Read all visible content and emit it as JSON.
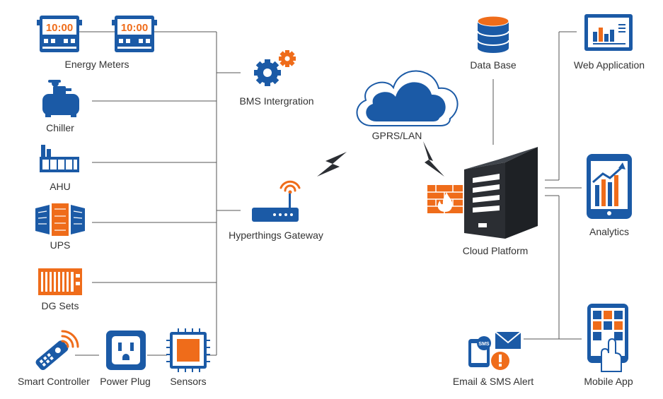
{
  "colors": {
    "blue": "#1b5aa6",
    "dark_blue": "#0e3f7a",
    "orange": "#ef6c1a",
    "dark": "#2b2e33",
    "line": "#555555",
    "text": "#333333"
  },
  "meter": {
    "display_text": "10:00"
  },
  "labels": {
    "energy_meters": "Energy Meters",
    "chiller": "Chiller",
    "ahu": "AHU",
    "ups": "UPS",
    "dg_sets": "DG Sets",
    "smart_controller": "Smart Controller",
    "power_plug": "Power Plug",
    "sensors": "Sensors",
    "bms_integration": "BMS Intergration",
    "gateway": "Hyperthings Gateway",
    "gprs_lan": "GPRS/LAN",
    "data_base": "Data Base",
    "cloud_platform": "Cloud Platform",
    "web_application": "Web Application",
    "analytics": "Analytics",
    "email_sms_alert": "Email & SMS Alert",
    "mobile_app": "Mobile App",
    "sms_badge": "SMS"
  },
  "icons": [
    "energy-meter-icon",
    "chiller-icon",
    "ahu-icon",
    "ups-icon",
    "dg-set-icon",
    "remote-control-icon",
    "power-plug-icon",
    "sensor-chip-icon",
    "gears-icon",
    "router-icon",
    "cloud-icon",
    "lightning-icon",
    "database-icon",
    "server-tower-icon",
    "firewall-icon",
    "web-dashboard-icon",
    "tablet-analytics-icon",
    "email-sms-alert-icon",
    "mobile-app-icon"
  ]
}
